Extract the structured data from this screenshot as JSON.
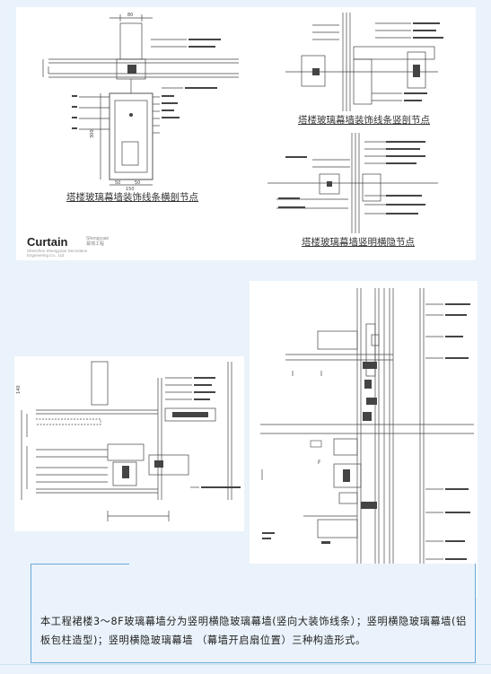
{
  "captions": {
    "horizontal_node": "塔楼玻璃幕墙装饰线条横剖节点",
    "vertical_node": "塔楼玻璃幕墙装饰线条竖剖节点",
    "concealed_node": "塔楼玻璃幕墙竖明横隐节点"
  },
  "brand": {
    "name": "Curtain",
    "sub_line1": "Shengyuan",
    "sub_line2": "幕墙工程",
    "english": "Shenzhen Shengyuan Decoration Engineering Co., Ltd."
  },
  "dims": {
    "top_width": "80",
    "upright_depth": "300",
    "bottom_a": "50",
    "bottom_b": "50",
    "bottom_total": "150",
    "left_height": "140",
    "floor_label": "F"
  },
  "description": "本工程裙楼3～8F玻璃幕墙分为竖明横隐玻璃幕墙(竖向大装饰线条）；竖明横隐玻璃幕墙(铝板包柱造型)；竖明横隐玻璃幕墙 （幕墙开启扇位置）三种构造形式。"
}
